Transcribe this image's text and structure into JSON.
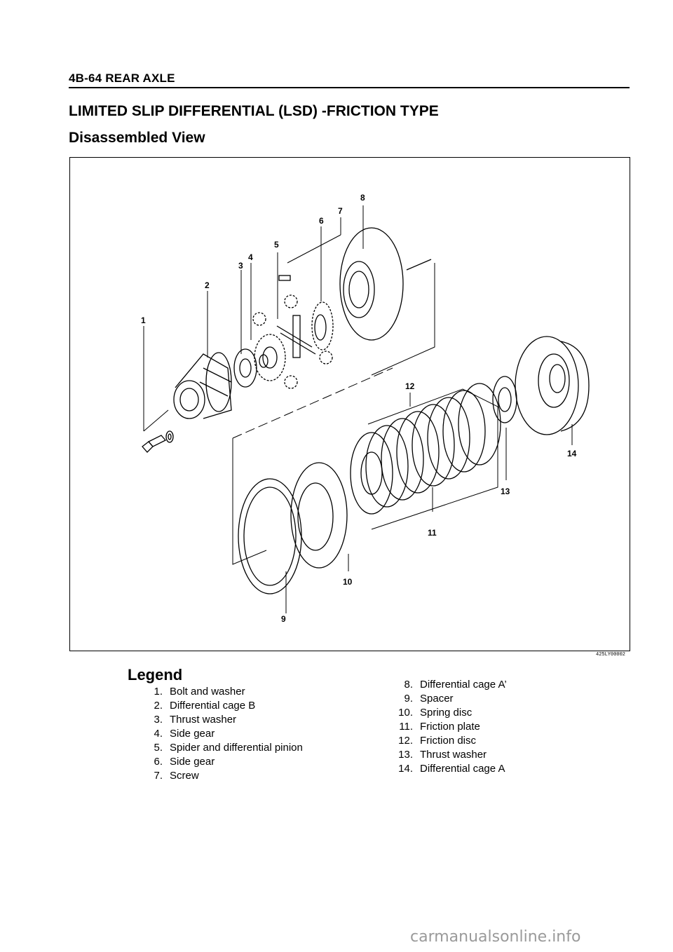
{
  "header": {
    "title": "4B-64 REAR AXLE"
  },
  "document": {
    "title": "LIMITED SLIP DIFFERENTIAL (LSD) -FRICTION TYPE",
    "subtitle": "Disassembled View"
  },
  "figure": {
    "code": "425LY00002",
    "callouts": [
      "1",
      "2",
      "3",
      "4",
      "5",
      "6",
      "7",
      "8",
      "9",
      "10",
      "11",
      "12",
      "13",
      "14"
    ]
  },
  "legend": {
    "title": "Legend",
    "left": [
      {
        "num": "1.",
        "label": "Bolt and washer"
      },
      {
        "num": "2.",
        "label": "Differential cage B"
      },
      {
        "num": "3.",
        "label": "Thrust washer"
      },
      {
        "num": "4.",
        "label": "Side gear"
      },
      {
        "num": "5.",
        "label": "Spider and differential pinion"
      },
      {
        "num": "6.",
        "label": "Side gear"
      },
      {
        "num": "7.",
        "label": "Screw"
      }
    ],
    "right": [
      {
        "num": "8.",
        "label": "Differential cage A’"
      },
      {
        "num": "9.",
        "label": "Spacer"
      },
      {
        "num": "10.",
        "label": "Spring disc"
      },
      {
        "num": "11.",
        "label": "Friction plate"
      },
      {
        "num": "12.",
        "label": "Friction disc"
      },
      {
        "num": "13.",
        "label": "Thrust washer"
      },
      {
        "num": "14.",
        "label": "Differential cage A"
      }
    ]
  },
  "watermark": {
    "text": "carmanualsonline.info"
  }
}
